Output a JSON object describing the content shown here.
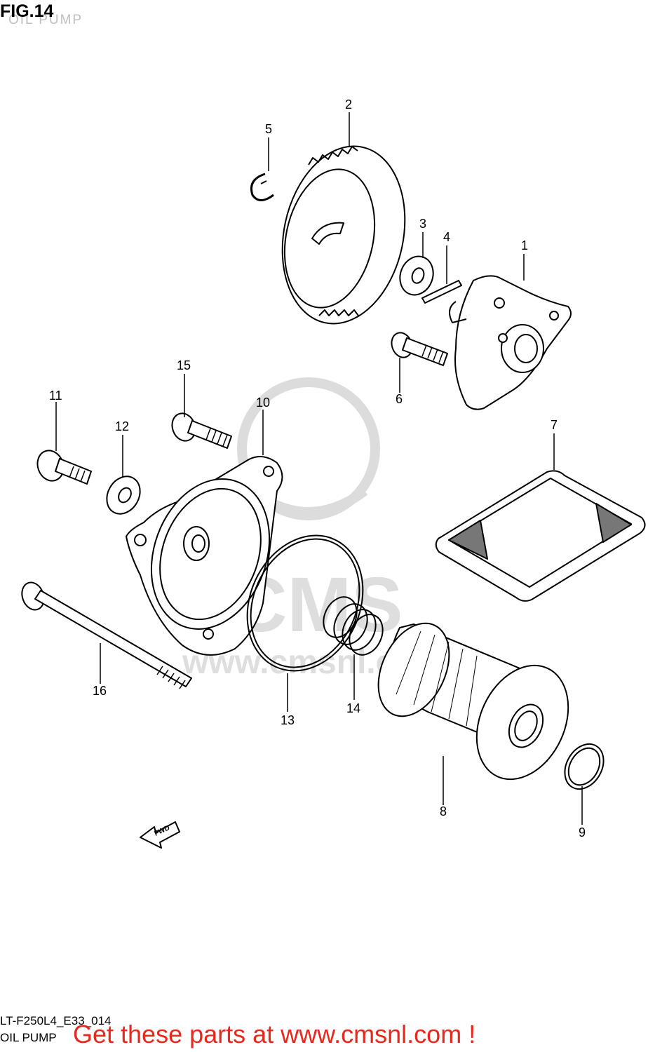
{
  "figure": {
    "title": "FIG.14",
    "subtitle": "OIL PUMP"
  },
  "callouts": [
    {
      "id": "1",
      "label": "1"
    },
    {
      "id": "2",
      "label": "2"
    },
    {
      "id": "3",
      "label": "3"
    },
    {
      "id": "4",
      "label": "4"
    },
    {
      "id": "5",
      "label": "5"
    },
    {
      "id": "6",
      "label": "6"
    },
    {
      "id": "7",
      "label": "7"
    },
    {
      "id": "8",
      "label": "8"
    },
    {
      "id": "9",
      "label": "9"
    },
    {
      "id": "10",
      "label": "10"
    },
    {
      "id": "11",
      "label": "11"
    },
    {
      "id": "12",
      "label": "12"
    },
    {
      "id": "13",
      "label": "13"
    },
    {
      "id": "14",
      "label": "14"
    },
    {
      "id": "15",
      "label": "15"
    },
    {
      "id": "16",
      "label": "16"
    }
  ],
  "fwd_label": "FWD",
  "watermark": {
    "logo": "CMS",
    "url": "www.cmsnl.com"
  },
  "footer": {
    "code": "LT-F250L4_E33_014",
    "name": "OIL PUMP",
    "promo": "Get these parts at www.cmsnl.com !"
  },
  "colors": {
    "line": "#000000",
    "promo": "#e8281c",
    "watermark": "#d9d9d9"
  }
}
